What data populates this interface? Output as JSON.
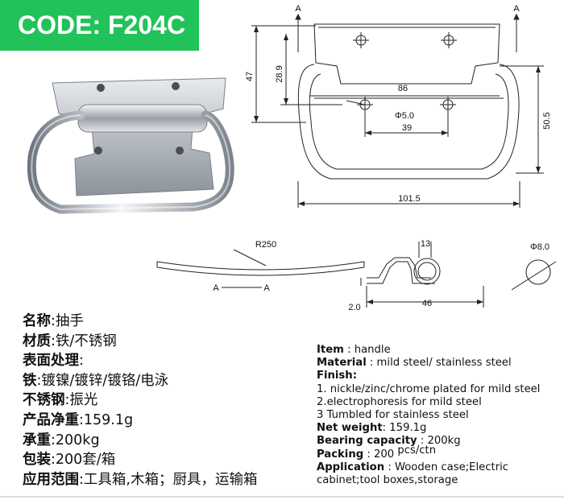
{
  "badge": {
    "code": "CODE: F204C",
    "color": "#22c25a"
  },
  "drawing": {
    "section_mark": "A",
    "dim_top_hole_spacing": "86",
    "dim_bottom_hole_spacing": "39",
    "dim_hole_dia": "Φ5.0",
    "dim_width": "101.5",
    "dim_height_47": "47",
    "dim_height_28_9": "28.9",
    "dim_height_50_5": "50.5",
    "radius": "R250",
    "section_label": "A",
    "dim_13": "13",
    "dim_rod_dia": "Φ8.0",
    "dim_46": "46",
    "dim_2": "2.0"
  },
  "spec_cn": [
    {
      "label": "名称",
      "sep": ":",
      "value": "抽手"
    },
    {
      "label": "材质",
      "sep": ":",
      "value": "铁/不锈钢"
    },
    {
      "label": "表面处理",
      "sep": ":",
      "value": ""
    },
    {
      "label": "铁",
      "sep": ":",
      "value": "镀镍/镀锌/镀铬/电泳"
    },
    {
      "label": "不锈钢",
      "sep": ":",
      "value": "振光"
    },
    {
      "label": "产品净重",
      "sep": ":",
      "value": "159.1g"
    },
    {
      "label": "承重",
      "sep": ":",
      "value": "200kg"
    },
    {
      "label": "包装",
      "sep": ":",
      "value": "200套/箱"
    },
    {
      "label": "应用范围",
      "sep": ":",
      "value": "工具箱,木箱；厨具，运输箱"
    }
  ],
  "spec_en": {
    "item_label": "Item",
    "item_value": ": handle",
    "material_label": "Material",
    "material_value": ": mild steel/ stainless steel",
    "finish_label": "Finish",
    "finish_value": ":",
    "finish_1": "1. nickle/zinc/chrome plated for mild steel",
    "finish_2": "2.electrophoresis for mild steel",
    "finish_3": "3 Tumbled for stainless steel",
    "weight_label": "Net weight",
    "weight_value": ": 159.1g",
    "bearing_label": "Bearing capacity",
    "bearing_value": ": 200kg",
    "packing_label": "Packing",
    "packing_value": ": 200",
    "packing_unit": "pcs/ctn",
    "application_label": "Application",
    "application_value": ":  Wooden case;Electric",
    "application_cont": "cabinet;tool boxes,storage"
  }
}
